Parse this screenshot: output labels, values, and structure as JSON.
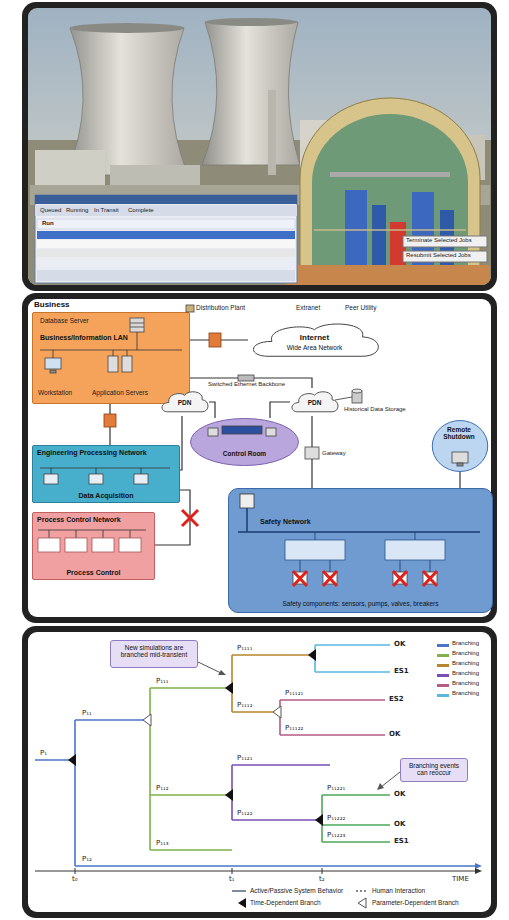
{
  "diagram": {
    "nodes": [
      {
        "text": [
          "Business",
          "Business/Information LAN"
        ]
      },
      {
        "text": [
          "Internet",
          "Wide Area Network"
        ]
      },
      {
        "text": [
          "PDN"
        ]
      },
      {
        "text": [
          "Control Room"
        ]
      },
      {
        "text": [
          "PDN"
        ]
      },
      {
        "text": [
          "Engineering Processing Network",
          "Data Acquisition"
        ]
      },
      {
        "text": [
          "Process Control Network",
          "Process Control"
        ]
      },
      {
        "text": [
          "Remote Shutdown"
        ]
      },
      {
        "text": [
          "Safety Network",
          "Safety components: sensors, pumps, valves, breakers"
        ]
      },
      {
        "text": [
          "New simulations are branched mid-transient"
        ]
      },
      {
        "text": [
          "Branching events can reoccur"
        ]
      }
    ],
    "edges": [
      {
        "from": 0,
        "to": 1,
        "arrow": "none"
      },
      {
        "from": 0,
        "to": 5,
        "arrow": "none"
      },
      {
        "from": 2,
        "to": 4,
        "arrow": "none"
      },
      {
        "from": 2,
        "to": 3,
        "arrow": "none"
      },
      {
        "from": 4,
        "to": 3,
        "arrow": "none"
      },
      {
        "from": 2,
        "to": 5,
        "arrow": "none"
      },
      {
        "from": 5,
        "to": 6,
        "arrow": "none"
      },
      {
        "from": 4,
        "to": 8,
        "arrow": "none"
      },
      {
        "from": 8,
        "to": 7,
        "arrow": "none"
      }
    ],
    "labels": [
      "Queued",
      "Running",
      "In Transit",
      "Complete",
      "Run",
      "Terminate Selected Jobs",
      "Resubmit Selected Jobs",
      "Database Server",
      "Workstation",
      "Application Servers",
      "Distribution Plant",
      "Extranet",
      "Peer Utility",
      "Switched Ethernet Backbone",
      "Historical Data Storage",
      "Gateway",
      "P₁",
      "P₁₁",
      "P₁₂",
      "P₁₁₁",
      "P₁₁₂",
      "P₁₁₃",
      "P₁₁₁₁",
      "P₁₁₁₂",
      "P₁₁₂₁",
      "P₁₁₂₂",
      "P₁₁₁₂₁",
      "P₁₁₁₂₂",
      "P₁₁₂₂₁",
      "P₁₁₂₂₂",
      "P₁₁₂₂₃",
      "OK",
      "ES1",
      "ES2",
      "OK",
      "OK",
      "OK",
      "ES1",
      "t₀",
      "t₁",
      "t₂",
      "TIME"
    ],
    "legend": [
      {
        "text": "Branching",
        "color": "#4a74c9"
      },
      {
        "text": "Branching",
        "color": "#7fb24a"
      },
      {
        "text": "Branching",
        "color": "#b8862e"
      },
      {
        "text": "Branching",
        "color": "#7a4fb5"
      },
      {
        "text": "Branching",
        "color": "#b45b86"
      },
      {
        "text": "Branching",
        "color": "#59b7e0"
      },
      {
        "text": "Active/Passive System Behavior"
      },
      {
        "text": "Human Interaction"
      },
      {
        "text": "Time-Dependent Branch"
      },
      {
        "text": "Parameter-Dependent Branch"
      }
    ]
  }
}
